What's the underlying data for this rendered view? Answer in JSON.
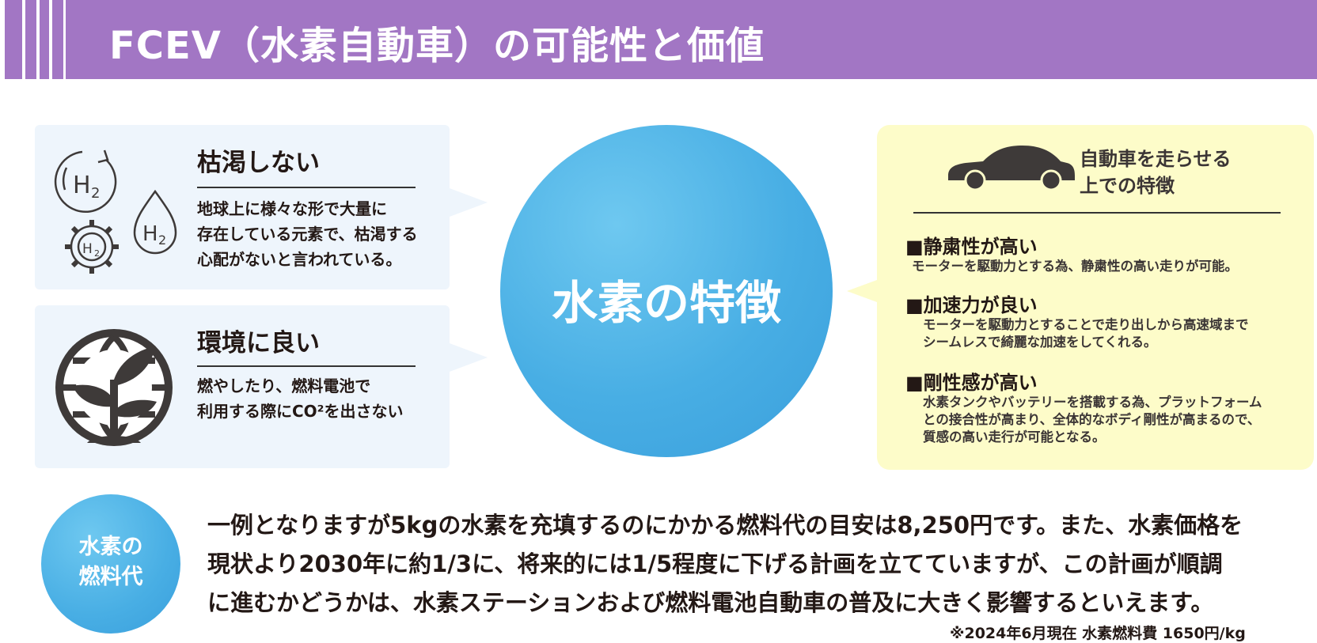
{
  "header": {
    "title": "FCEV（水素自動車）の可能性と価値"
  },
  "left_boxes": [
    {
      "title": "枯渇しない",
      "lines": [
        "地球上に様々な形で大量に",
        "存在している元素で、枯渇する",
        "心配がないと言われている。"
      ],
      "icon": "hydrogen-cycle-icon"
    },
    {
      "title": "環境に良い",
      "lines": [
        "燃やしたり、燃料電池で",
        "利用する際にCO²を出さない"
      ],
      "icon": "globe-plant-icon"
    }
  ],
  "center": {
    "label": "水素の特徴"
  },
  "right_box": {
    "icon": "car-icon",
    "title_lines": [
      "自動車を走らせる",
      "上での特徴"
    ],
    "features": [
      {
        "title": "■静粛性が高い",
        "lines": [
          "モーターを駆動力とする為、静粛性の高い走りが可能。"
        ]
      },
      {
        "title": "■加速力が良い",
        "lines": [
          "モーターを駆動力とすることで走り出しから高速域まで",
          "シームレスで綺麗な加速をしてくれる。"
        ]
      },
      {
        "title": "■剛性感が高い",
        "lines": [
          "水素タンクやバッテリーを搭載する為、プラットフォーム",
          "との接合性が高まり、全体的なボディ剛性が高まるので、",
          "質感の高い走行が可能となる。"
        ]
      }
    ]
  },
  "bottom": {
    "circle_lines": [
      "水素の",
      "燃料代"
    ],
    "paragraph_lines": [
      "一例となりますが5kgの水素を充填するのにかかる燃料代の目安は8,250円です。また、水素価格を",
      "現状より2030年に約1/3に、将来的には1/5程度に下げる計画を立てていますが、この計画が順調",
      "に進むかどうかは、水素ステーションおよび燃料電池自動車の普及に大きく影響するといえます。"
    ],
    "footnote": "※2024年6月現在 水素燃料費 1650円/kg"
  },
  "colors": {
    "header": "#a276c4",
    "left_box": "#eef5fc",
    "right_box": "#fdfcc9",
    "circle": "#48aee4",
    "icon": "#3e3a39"
  }
}
